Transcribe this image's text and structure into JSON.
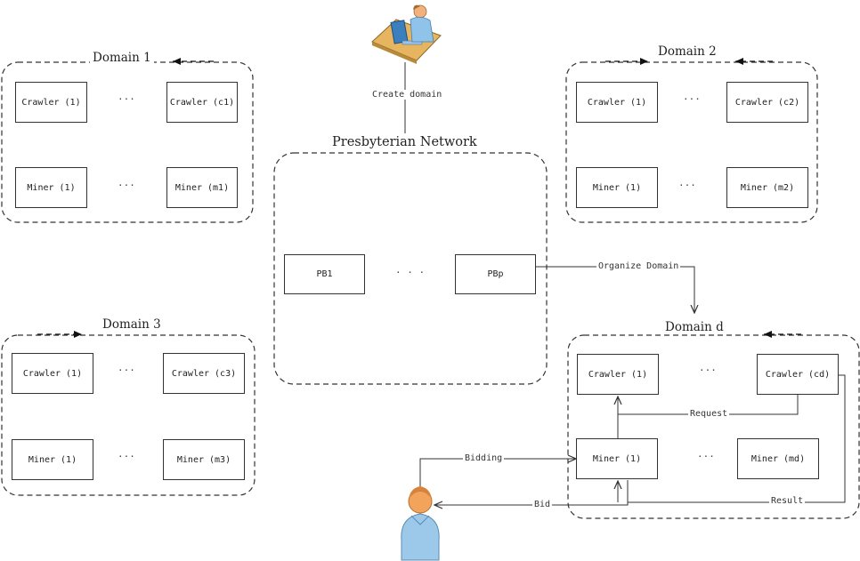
{
  "top_label": "Create domain",
  "network": {
    "title": "Presbyterian Network",
    "nodes": [
      "PB1",
      "PBp"
    ],
    "ellipsis": ". . ."
  },
  "domains": {
    "d1": {
      "title": "Domain 1",
      "crawler_first": "Crawler (1)",
      "crawler_last": "Crawler (c1)",
      "miner_first": "Miner (1)",
      "miner_last": "Miner (m1)"
    },
    "d2": {
      "title": "Domain 2",
      "crawler_first": "Crawler (1)",
      "crawler_last": "Crawler (c2)",
      "miner_first": "Miner  (1)",
      "miner_last": "Miner (m2)"
    },
    "d3": {
      "title": "Domain 3",
      "crawler_first": "Crawler (1)",
      "crawler_last": "Crawler (c3)",
      "miner_first": "Miner (1)",
      "miner_last": "Miner (m3)"
    },
    "dd": {
      "title": "Domain d",
      "crawler_first": "Crawler (1)",
      "crawler_last": "Crawler (cd)",
      "miner_first": "Miner (1)",
      "miner_last": "Miner (md)"
    }
  },
  "ellipsis": "...",
  "edges": {
    "organize": "Organize Domain",
    "request": "Request",
    "bidding": "Bidding",
    "bid": "Bid",
    "result": "Result"
  },
  "icons": [
    "admin-at-desk-icon",
    "user-person-icon"
  ]
}
